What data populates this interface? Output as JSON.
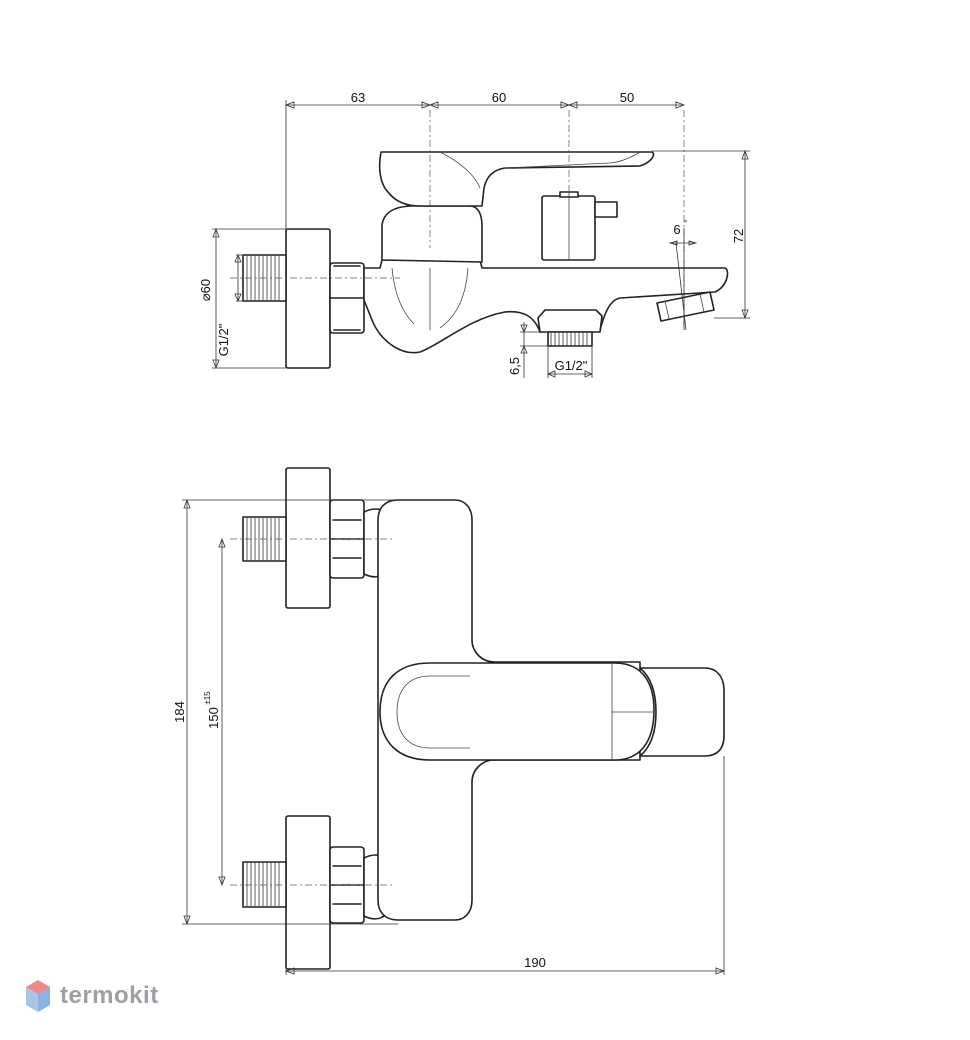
{
  "drawing": {
    "side_view": {
      "dims": {
        "d63": "63",
        "d60": "60",
        "d50": "50",
        "d72": "72",
        "d6": "6",
        "deg": "°",
        "d6_5": "6,5",
        "g12_spout": "G1/2\"",
        "diam60": "⌀60",
        "g12_inlet": "G1/2\""
      }
    },
    "top_view": {
      "dims": {
        "d184": "184",
        "d150": "150",
        "tol150": "±15",
        "d190": "190"
      }
    }
  },
  "watermark": {
    "text": "termokit",
    "colors": {
      "text": "#9aa0a6",
      "logo_light": "#aac4e8",
      "logo_red": "#f08a8a"
    },
    "icon": "hexagon-logo-icon"
  }
}
